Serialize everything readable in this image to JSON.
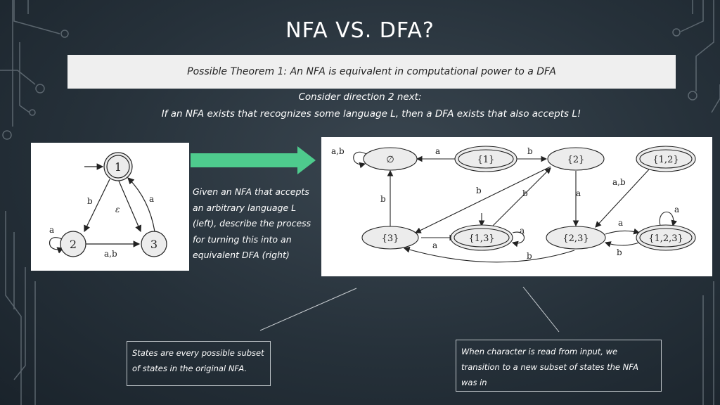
{
  "slide": {
    "title": "NFA VS. DFA?",
    "theorem": "Possible Theorem 1: An NFA is equivalent in computational power to a DFA",
    "consider": "Consider direction 2 next:",
    "direction": "If an NFA exists that recognizes some language L, then a DFA exists that also accepts L!",
    "description": "Given an NFA that accepts an arbitrary language L (left), describe the process for turning this into an equivalent DFA (right)",
    "note_left": "States are every possible subset of states in the original NFA.",
    "note_right": "When character is read from input, we transition to a new subset of states the NFA was in"
  },
  "colors": {
    "arrow": "#4ecb8d",
    "background": "#26313a",
    "theorem_box": "#efefef",
    "state_fill": "#ececec"
  },
  "nfa": {
    "states": [
      {
        "id": "1",
        "label": "1",
        "accepting": true,
        "start": true
      },
      {
        "id": "2",
        "label": "2",
        "accepting": false
      },
      {
        "id": "3",
        "label": "3",
        "accepting": false
      }
    ],
    "transitions": [
      {
        "from": "1",
        "to": "2",
        "label": "b"
      },
      {
        "from": "1",
        "to": "3",
        "label": "ε"
      },
      {
        "from": "3",
        "to": "1",
        "label": "a"
      },
      {
        "from": "2",
        "to": "2",
        "label": "a"
      },
      {
        "from": "2",
        "to": "3",
        "label": "a,b"
      }
    ]
  },
  "dfa": {
    "states": [
      {
        "id": "empty",
        "label": "∅",
        "accepting": false
      },
      {
        "id": "s1",
        "label": "{1}",
        "accepting": true
      },
      {
        "id": "s2",
        "label": "{2}",
        "accepting": false
      },
      {
        "id": "s12",
        "label": "{1,2}",
        "accepting": true
      },
      {
        "id": "s3",
        "label": "{3}",
        "accepting": false
      },
      {
        "id": "s13",
        "label": "{1,3}",
        "accepting": true,
        "start": true
      },
      {
        "id": "s23",
        "label": "{2,3}",
        "accepting": false
      },
      {
        "id": "s123",
        "label": "{1,2,3}",
        "accepting": true
      }
    ],
    "transitions": [
      {
        "from": "empty",
        "to": "empty",
        "label": "a,b"
      },
      {
        "from": "s1",
        "to": "empty",
        "label": "a"
      },
      {
        "from": "s1",
        "to": "s2",
        "label": "b"
      },
      {
        "from": "s3",
        "to": "empty",
        "label": "b"
      },
      {
        "from": "s2",
        "to": "s3",
        "label": "b"
      },
      {
        "from": "s13",
        "to": "s2",
        "label": "b"
      },
      {
        "from": "s2",
        "to": "s23",
        "label": "a"
      },
      {
        "from": "s12",
        "to": "s23",
        "label": "a,b"
      },
      {
        "from": "s3",
        "to": "s13",
        "label": "a"
      },
      {
        "from": "s13",
        "to": "s13",
        "label": "a"
      },
      {
        "from": "s23",
        "to": "s123",
        "label": "a"
      },
      {
        "from": "s123",
        "to": "s23",
        "label": "b"
      },
      {
        "from": "s123",
        "to": "s123",
        "label": "a"
      },
      {
        "from": "s23",
        "to": "s3",
        "label": "b"
      }
    ]
  }
}
